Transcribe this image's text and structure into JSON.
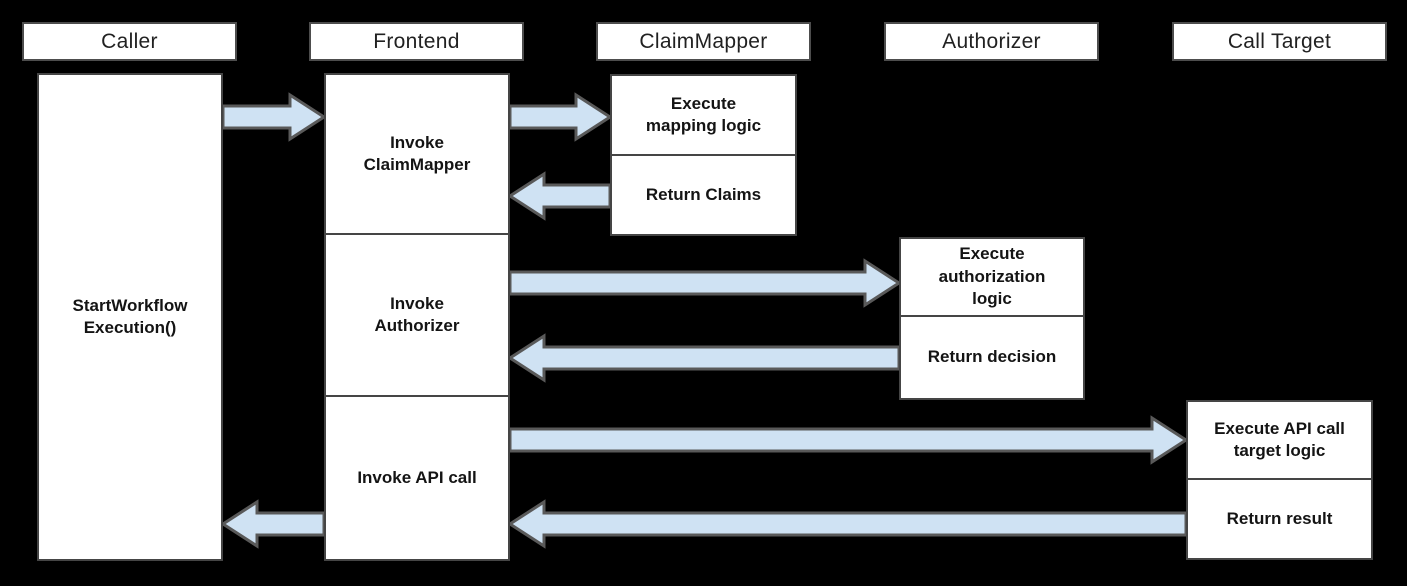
{
  "colors": {
    "background": "#000000",
    "box_fill": "#ffffff",
    "box_border": "#4d4d4d",
    "arrow_fill": "#cfe2f3",
    "arrow_stroke": "#595959",
    "text": "#1a1a1a"
  },
  "participants": [
    {
      "label": "Caller"
    },
    {
      "label": "Frontend"
    },
    {
      "label": "ClaimMapper"
    },
    {
      "label": "Authorizer"
    },
    {
      "label": "Call Target"
    }
  ],
  "caller": {
    "activation": "StartWorkflow Execution()"
  },
  "frontend": {
    "steps": [
      {
        "label": "Invoke ClaimMapper"
      },
      {
        "label": "Invoke Authorizer"
      },
      {
        "label": "Invoke API call"
      }
    ]
  },
  "claim_mapper": {
    "steps": [
      {
        "label": "Execute mapping logic"
      },
      {
        "label": "Return Claims"
      }
    ]
  },
  "authorizer": {
    "steps": [
      {
        "label": "Execute authorization logic"
      },
      {
        "label": "Return decision"
      }
    ]
  },
  "call_target": {
    "steps": [
      {
        "label": "Execute API call target logic"
      },
      {
        "label": "Return result"
      }
    ]
  },
  "arrows": [
    {
      "from": "Caller",
      "to": "Frontend"
    },
    {
      "from": "Frontend",
      "to": "ClaimMapper"
    },
    {
      "from": "ClaimMapper",
      "to": "Frontend"
    },
    {
      "from": "Frontend",
      "to": "Authorizer"
    },
    {
      "from": "Authorizer",
      "to": "Frontend"
    },
    {
      "from": "Frontend",
      "to": "Call Target"
    },
    {
      "from": "Call Target",
      "to": "Frontend"
    },
    {
      "from": "Frontend",
      "to": "Caller"
    }
  ]
}
